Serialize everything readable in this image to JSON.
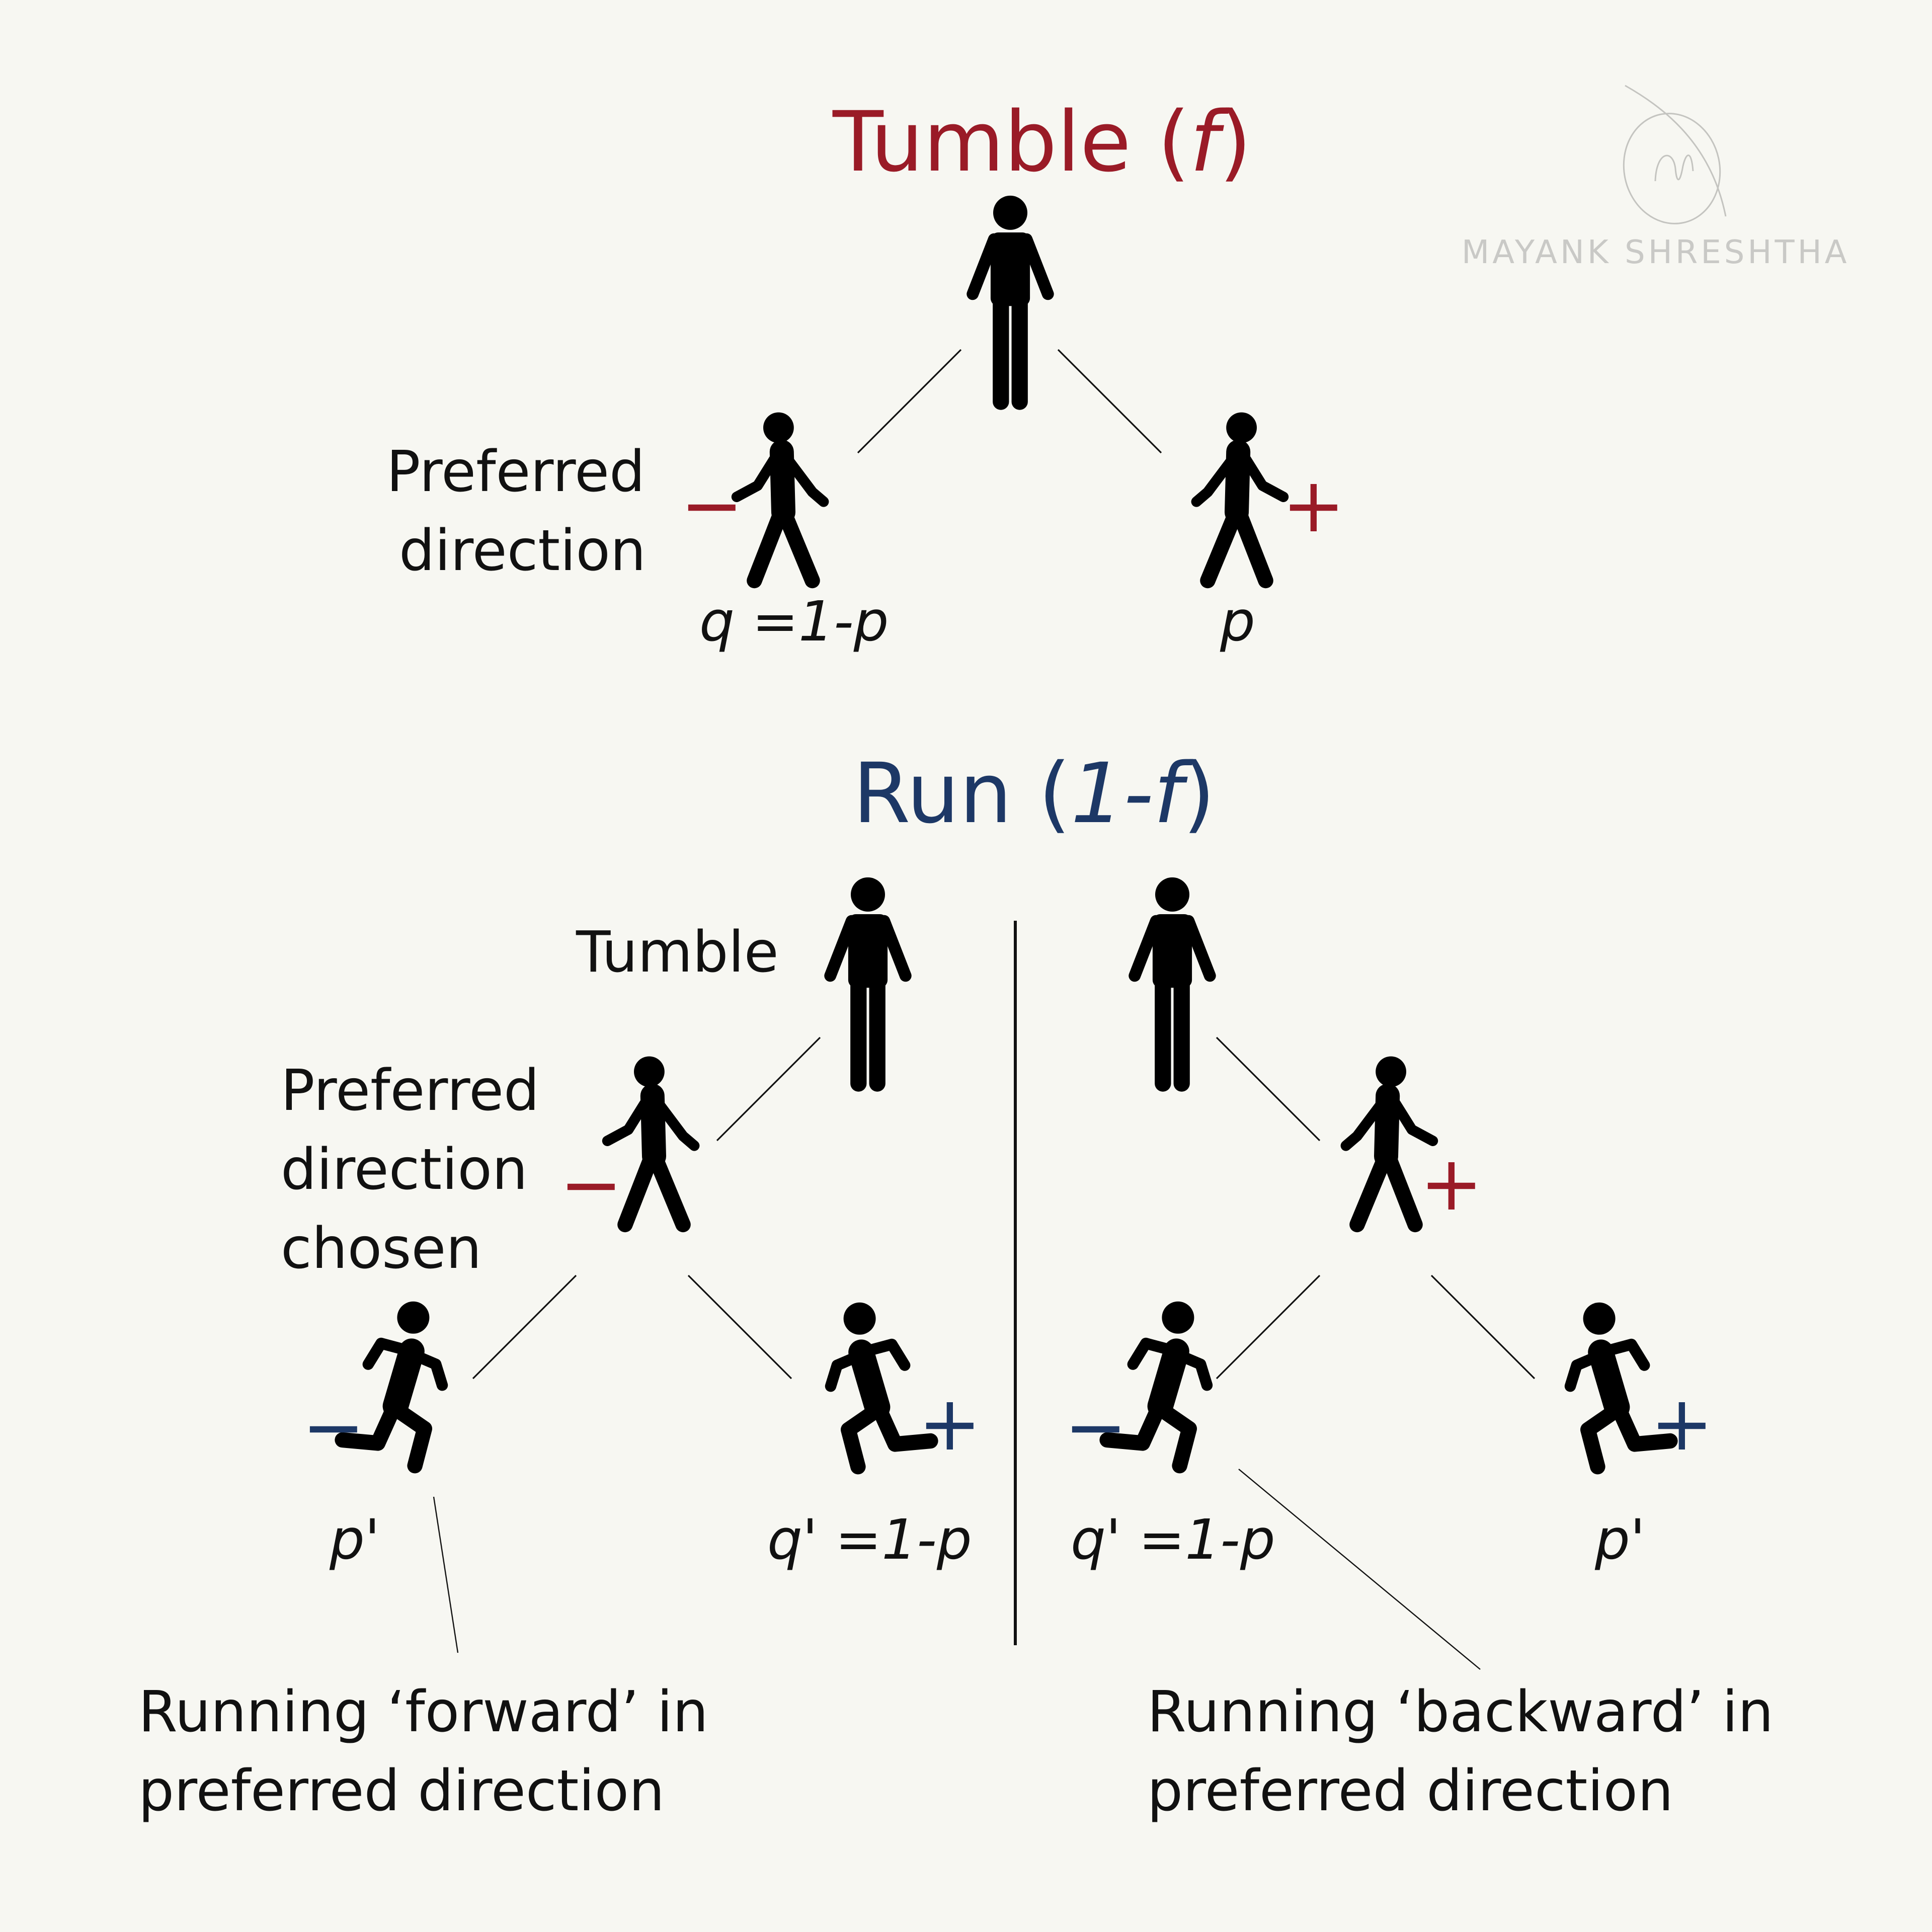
{
  "titles": {
    "tumble_word": "Tumble",
    "tumble_var": "f",
    "run_word": "Run",
    "run_var": "1-f"
  },
  "top_tree": {
    "label_line1": "Preferred",
    "label_line2": "direction",
    "minus_sign": "−",
    "plus_sign": "+",
    "prob_left": "q =1-p",
    "prob_right": "p"
  },
  "run_left_tree": {
    "root_label": "Tumble",
    "chosen_line1": "Preferred",
    "chosen_line2": "direction",
    "chosen_line3": "chosen",
    "mid_sign": "−",
    "leaf_minus": "−",
    "leaf_plus": "+",
    "prob_left": "p'",
    "prob_right": "q' =1-p"
  },
  "run_right_tree": {
    "mid_sign": "+",
    "leaf_minus": "−",
    "leaf_plus": "+",
    "prob_left": "q' =1-p",
    "prob_right": "p'"
  },
  "annotations": {
    "forward_line1": "Running ‘forward’ in",
    "forward_line2": "preferred direction",
    "backward_line1": "Running ‘backward’ in",
    "backward_line2": "preferred direction"
  },
  "watermark": "MAYANK SHRESHTHA",
  "colors": {
    "tumble_red": "#9a1b27",
    "run_blue": "#1d3866",
    "figure": "#000000",
    "background": "#f7f7f2"
  },
  "icons": [
    "standing-person-icon",
    "walking-person-icon",
    "running-person-icon",
    "signature-logo-icon"
  ]
}
